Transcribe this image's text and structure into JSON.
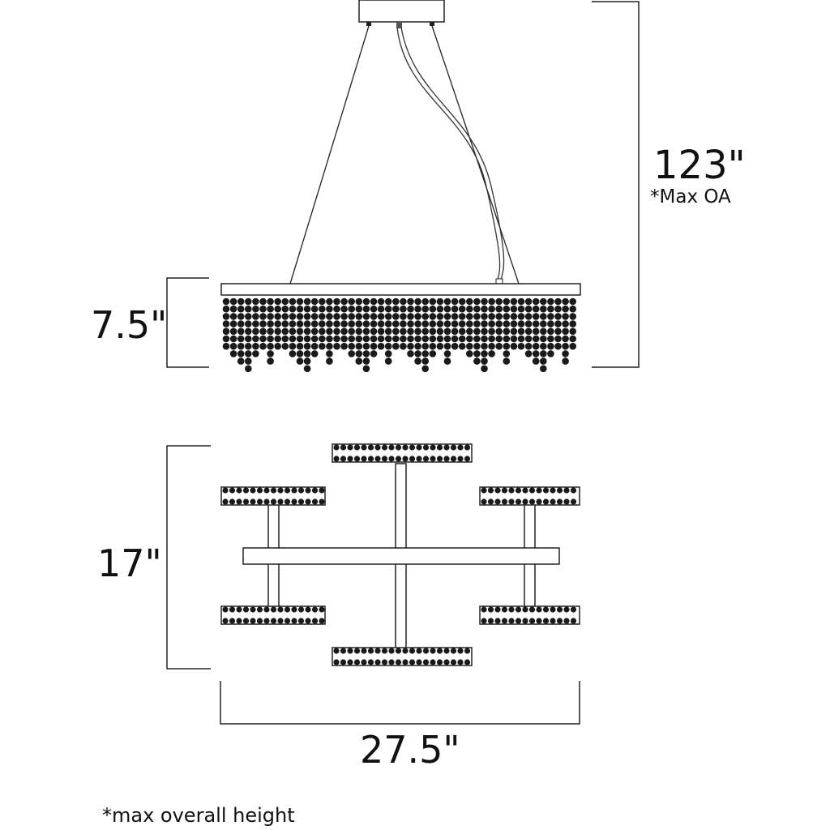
{
  "dimensions": {
    "overall_height": "123\"",
    "overall_height_note": "*Max OA",
    "body_height": "7.5\"",
    "depth": "17\"",
    "width": "27.5\""
  },
  "footnote": "*max overall height",
  "colors": {
    "line": "#222222",
    "crystal": "#1a1a1a"
  }
}
